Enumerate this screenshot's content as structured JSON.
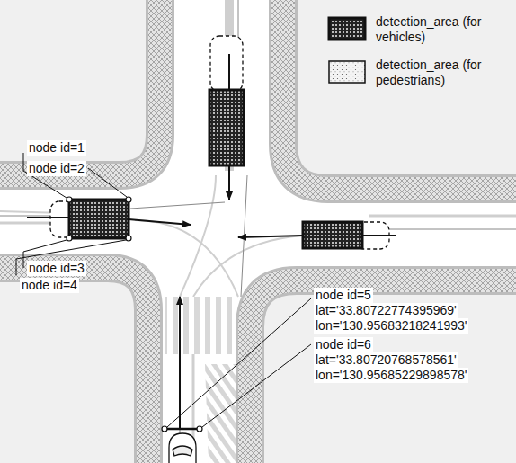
{
  "diagram": {
    "labels": [
      "node id=1",
      "node id=2",
      "node id=3",
      "node id=4",
      "node id=5",
      "lat='33.80722774395969'",
      "lon='130.95683218241993'",
      "node id=6",
      "lat='33.80720768578561'",
      "lon='130.95685229898578'"
    ],
    "legend": [
      {
        "text": "detection_area (for vehicles)"
      },
      {
        "text": "detection_area (for pedestrians)"
      }
    ]
  }
}
